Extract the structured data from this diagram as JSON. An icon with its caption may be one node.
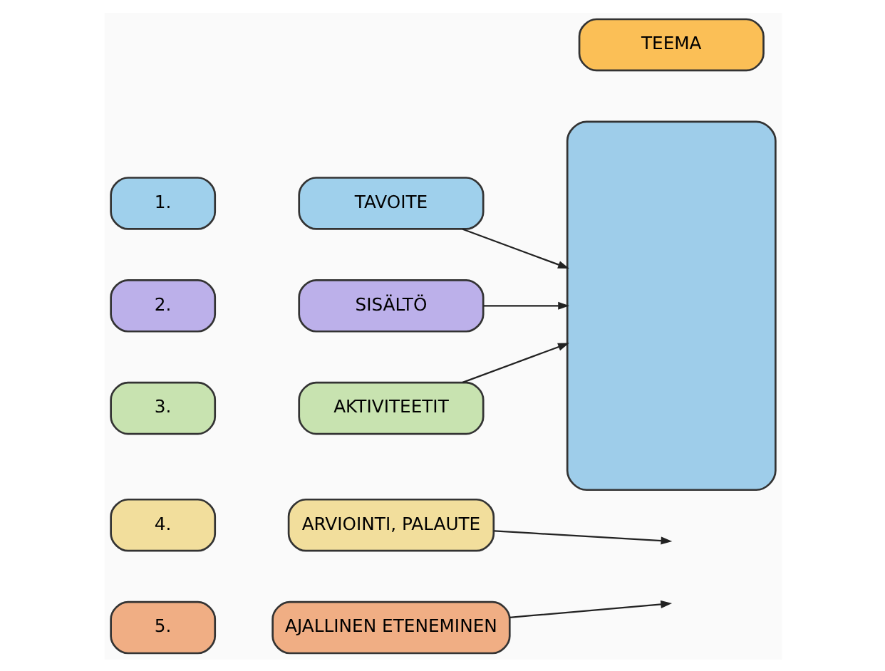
{
  "diagram": {
    "nodes": [
      {
        "text": [
          "TEEMA"
        ]
      },
      {
        "text": [
          "1."
        ]
      },
      {
        "text": [
          "TAVOITE"
        ]
      },
      {
        "text": [],
        "shape": "box"
      },
      {
        "text": [
          "2."
        ]
      },
      {
        "text": [
          "SISÄLTÖ"
        ]
      },
      {
        "text": [
          "3."
        ]
      },
      {
        "text": [
          "AKTIVITEETIT"
        ]
      },
      {
        "text": [
          "4."
        ]
      },
      {
        "text": [
          "ARVIOINTI, PALAUTE"
        ]
      },
      {
        "text": [
          "5."
        ]
      },
      {
        "text": [
          "AJALLINEN ETENEMINEN"
        ]
      }
    ],
    "edges": [
      {
        "from": 2,
        "to": 3,
        "arrow": "to"
      },
      {
        "from": 5,
        "to": 3,
        "arrow": "to"
      },
      {
        "from": 7,
        "to": 3,
        "arrow": "to"
      },
      {
        "from": 9,
        "to": null,
        "arrow": "to"
      },
      {
        "from": 11,
        "to": null,
        "arrow": "to"
      }
    ]
  }
}
